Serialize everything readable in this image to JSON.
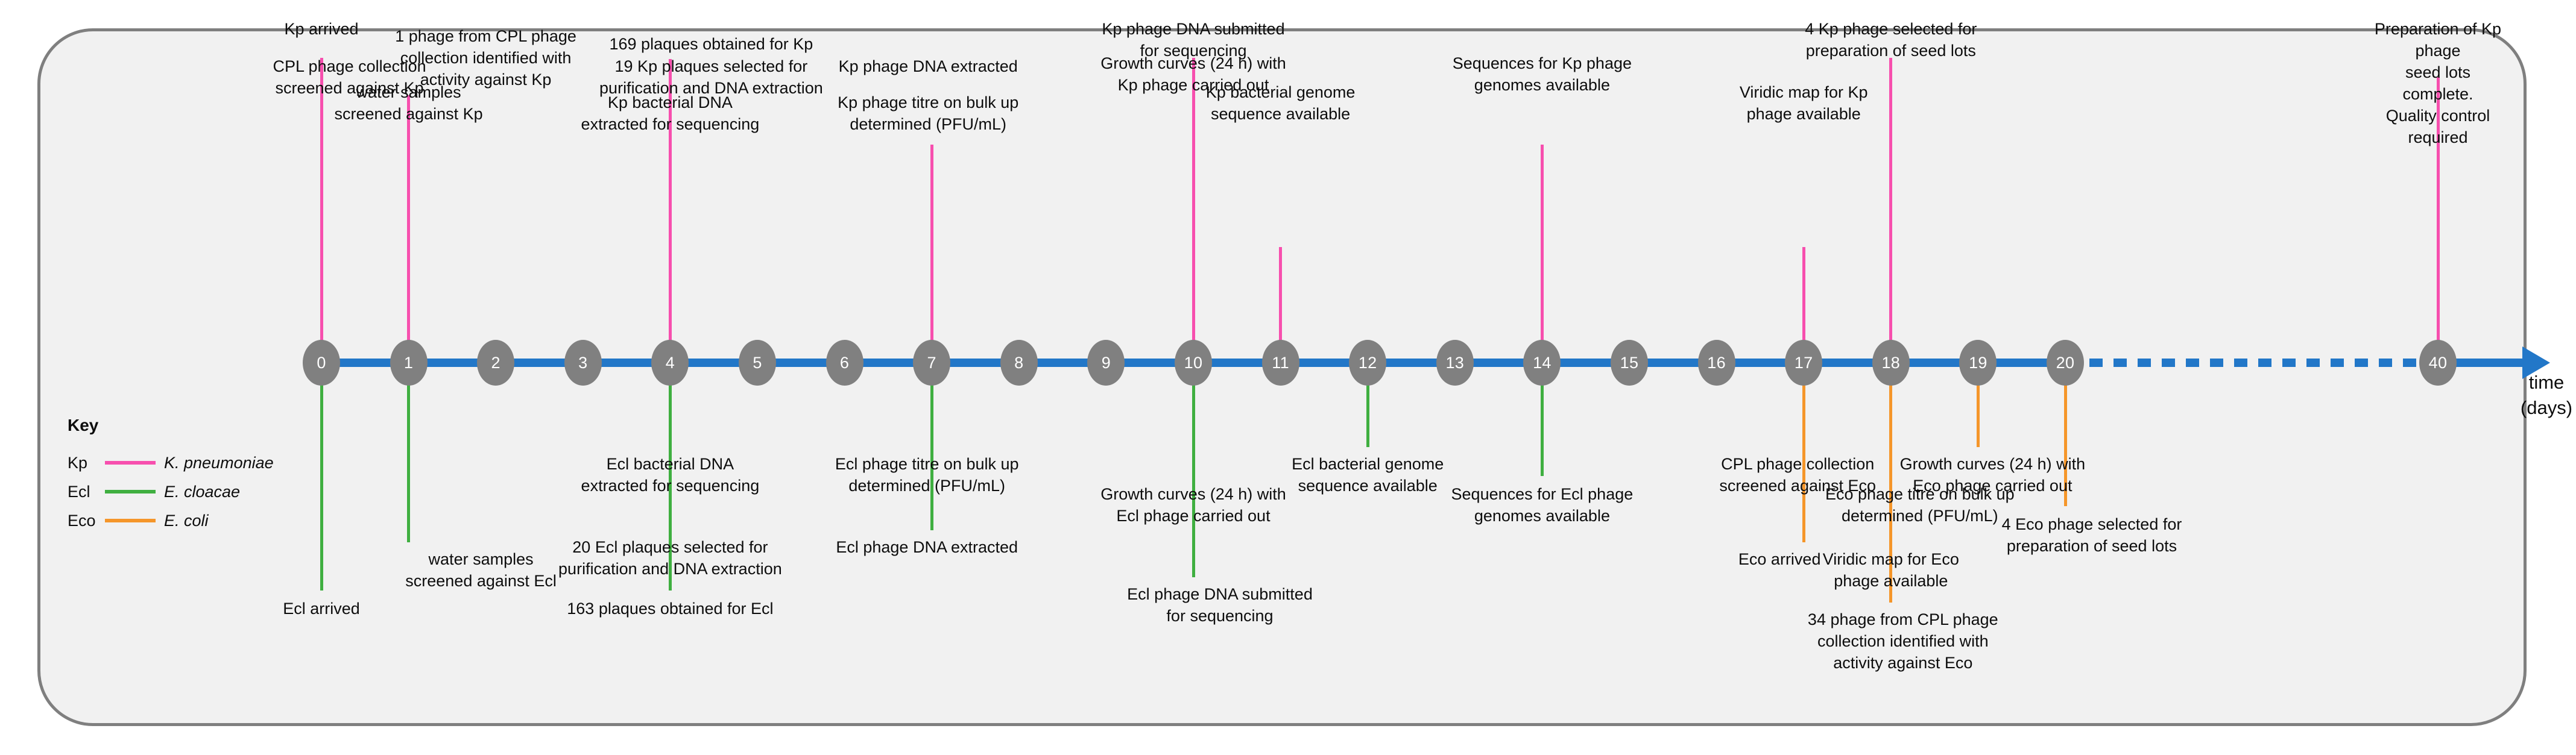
{
  "figure": {
    "axis_label": "time\n(days)",
    "axis_color": "#2277c8",
    "node_color": "#808080",
    "panel_bg": "#f1f1f1",
    "panel_border": "#7f7f7f"
  },
  "key": {
    "title": "Key",
    "items": [
      {
        "abbr": "Kp",
        "color": "#f74fae",
        "name": "K. pneumoniae"
      },
      {
        "abbr": "Ecl",
        "color": "#3faf40",
        "name": "E. cloacae"
      },
      {
        "abbr": "Eco",
        "color": "#f5962a",
        "name": "E. coli"
      }
    ]
  },
  "timeline": {
    "nodes": [
      "0",
      "1",
      "2",
      "3",
      "4",
      "5",
      "6",
      "7",
      "8",
      "9",
      "10",
      "11",
      "12",
      "13",
      "14",
      "15",
      "16",
      "17",
      "18",
      "19",
      "20",
      "40"
    ],
    "dashed_between": [
      "20",
      "40"
    ]
  },
  "events": [
    {
      "node": "0",
      "side": "above",
      "track": 2,
      "species": "Kp",
      "text": "Kp arrived"
    },
    {
      "node": "0",
      "side": "below",
      "track": 3,
      "species": "Ecl",
      "text": "Ecl arrived"
    },
    {
      "node": "1",
      "side": "above",
      "track": 3,
      "species": "Kp",
      "text": "CPL phage collection\nscreened against Kp"
    },
    {
      "node": "1",
      "side": "above",
      "track": 1,
      "species": "Kp",
      "text": "1 phage from CPL phage\ncollection identified with\nactivity against Kp"
    },
    {
      "node": "1",
      "side": "below",
      "track": 1,
      "species": "Ecl",
      "text": "water samples\nscreened against Ecl"
    },
    {
      "node": "1",
      "side": "above",
      "track": 0,
      "species": "Kp",
      "text": "water samples\nscreened against Kp"
    },
    {
      "node": "4",
      "side": "above",
      "track": 1,
      "species": "Kp",
      "text": "169 plaques obtained for Kp"
    },
    {
      "node": "4",
      "side": "above",
      "track": 2,
      "species": "Kp",
      "text": "19 Kp plaques selected for\npurification and DNA extraction"
    },
    {
      "node": "4",
      "side": "above",
      "track": 0,
      "species": "Kp",
      "text": "Kp bacterial DNA\nextracted for sequencing"
    },
    {
      "node": "4",
      "side": "below",
      "track": 0,
      "species": "Ecl",
      "text": "Ecl bacterial DNA\nextracted for sequencing"
    },
    {
      "node": "4",
      "side": "below",
      "track": 1,
      "species": "Ecl",
      "text": "20 Ecl plaques selected for\npurification and DNA extraction"
    },
    {
      "node": "4",
      "side": "below",
      "track": 2,
      "species": "Ecl",
      "text": "163 plaques obtained for Ecl"
    },
    {
      "node": "7",
      "side": "above",
      "track": 1,
      "species": "Kp",
      "text": "Kp phage DNA extracted"
    },
    {
      "node": "7",
      "side": "above",
      "track": 0,
      "species": "Kp",
      "text": "Kp phage titre on bulk up\ndetermined (PFU/mL)"
    },
    {
      "node": "7",
      "side": "below",
      "track": 0,
      "species": "Ecl",
      "text": "Ecl phage titre on bulk up\ndetermined (PFU/mL)"
    },
    {
      "node": "7",
      "side": "below",
      "track": 1,
      "species": "Ecl",
      "text": "Ecl phage DNA extracted"
    },
    {
      "node": "10",
      "side": "above",
      "track": 2,
      "species": "Kp",
      "text": "Kp phage DNA submitted\nfor sequencing"
    },
    {
      "node": "10",
      "side": "above",
      "track": 1,
      "species": "Kp",
      "text": "Growth curves (24 h) with\nKp phage carried out"
    },
    {
      "node": "10",
      "side": "below",
      "track": 1,
      "species": "Ecl",
      "text": "Growth curves (24 h) with\nEcl phage carried out"
    },
    {
      "node": "10",
      "side": "below",
      "track": 2,
      "species": "Ecl",
      "text": "Ecl phage DNA submitted\nfor sequencing"
    },
    {
      "node": "11",
      "side": "above",
      "track": 0,
      "species": "Kp",
      "text": "Kp bacterial genome\nsequence available"
    },
    {
      "node": "12",
      "side": "below",
      "track": 0,
      "species": "Ecl",
      "text": "Ecl bacterial genome\nsequence available"
    },
    {
      "node": "14",
      "side": "above",
      "track": 1,
      "species": "Kp",
      "text": "Sequences for Kp phage\ngenomes available"
    },
    {
      "node": "14",
      "side": "below",
      "track": 1,
      "species": "Ecl",
      "text": "Sequences for Ecl phage\ngenomes available"
    },
    {
      "node": "17",
      "side": "above",
      "track": 0,
      "species": "Kp",
      "text": "Viridic map for Kp\nphage available"
    },
    {
      "node": "17",
      "side": "below",
      "track": 0,
      "species": "Eco",
      "text": "CPL phage collection\nscreened against Eco"
    },
    {
      "node": "17",
      "side": "below",
      "track": 1,
      "species": "Eco",
      "text": "Eco arrived"
    },
    {
      "node": "18",
      "side": "above",
      "track": 2,
      "species": "Kp",
      "text": "4 Kp phage selected for\npreparation of seed lots"
    },
    {
      "node": "18",
      "side": "below",
      "track": 0,
      "species": "Eco",
      "text": "Eco phage titre on bulk up\ndetermined (PFU/mL)"
    },
    {
      "node": "18",
      "side": "below",
      "track": 1,
      "species": "Eco",
      "text": "Viridic map for Eco\nphage available"
    },
    {
      "node": "18",
      "side": "below",
      "track": 2,
      "species": "Eco",
      "text": "34 phage from CPL phage\ncollection identified with\nactivity against Eco"
    },
    {
      "node": "19",
      "side": "below",
      "track": 0,
      "species": "Eco",
      "text": "Growth curves (24 h) with\nEco phage carried out"
    },
    {
      "node": "20",
      "side": "below",
      "track": 1,
      "species": "Eco",
      "text": "4 Eco phage selected for\npreparation of seed lots"
    },
    {
      "node": "40",
      "side": "above",
      "track": 2,
      "species": "Kp",
      "text": "Preparation of Kp phage\nseed lots complete.\nQuality control required"
    }
  ]
}
